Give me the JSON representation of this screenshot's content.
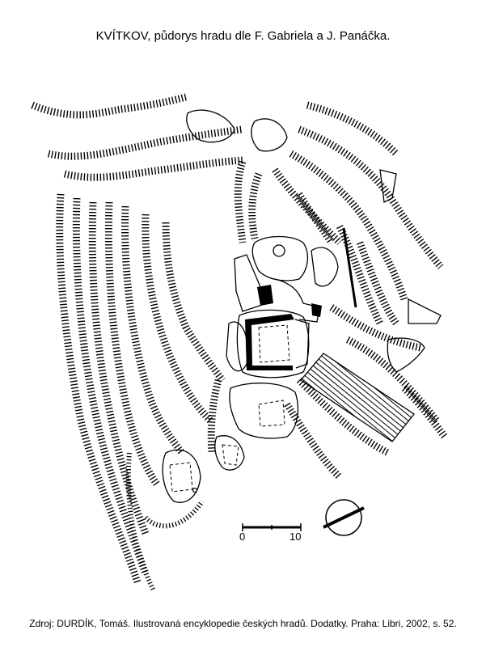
{
  "title": "KVÍTKOV, půdorys hradu dle F. Gabriela a J. Panáčka.",
  "source": "Zdroj: DURDÍK, Tomáš. Ilustrovaná encyklopedie českých hradů. Dodatky. Praha: Libri, 2002, s. 52.",
  "scale_bar": {
    "start_label": "0",
    "end_label": "10"
  }
}
